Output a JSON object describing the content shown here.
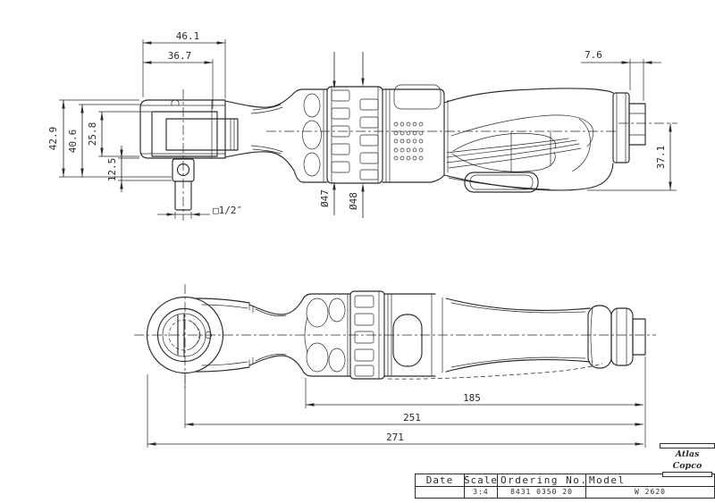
{
  "page": {
    "background": "#ffffff",
    "line_color": "#2b2b2b"
  },
  "side_view": {
    "dims": {
      "head_width_outer": "46.1",
      "head_width_inner": "36.7",
      "inlet_length": "7.6",
      "head_height_total": "42.9",
      "head_height_body": "40.6",
      "yoke_height": "25.8",
      "drive_offset": "12.5",
      "handle_height": "37.1",
      "clutch_diameter": "Ø47",
      "collar_diameter": "Ø48",
      "square_drive": "□1/2″"
    }
  },
  "top_view": {
    "dims": {
      "grip_length": "185",
      "drive_to_end": "251",
      "overall_length": "271"
    }
  },
  "title_block": {
    "headers": {
      "date": "Date",
      "scale": "Scale",
      "ordering_no": "Ordering No.",
      "model": "Model"
    },
    "values": {
      "date": "",
      "scale": "3:4",
      "ordering_no": "8431 0350 20",
      "model": "W 2620"
    }
  },
  "logo": {
    "brand": "Atlas Copco"
  }
}
